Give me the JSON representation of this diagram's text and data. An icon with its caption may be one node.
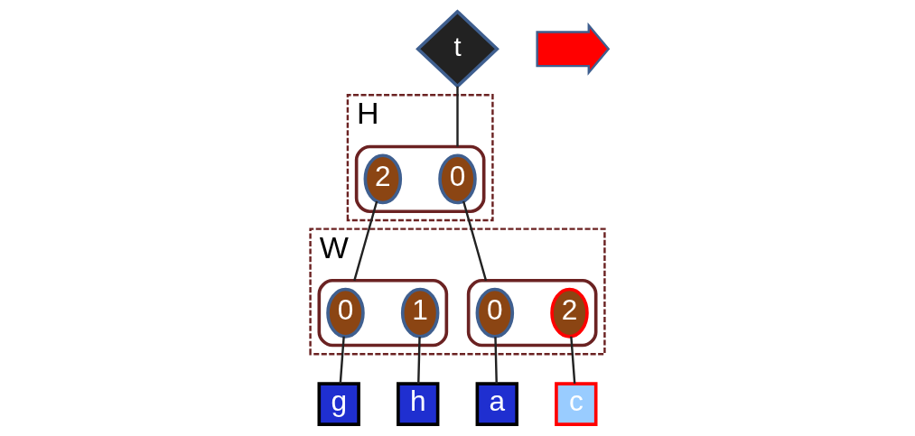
{
  "diagram": {
    "nodes": [
      {
        "text": [
          "t"
        ]
      },
      {
        "text": [
          "H"
        ]
      },
      {
        "text": [],
        "shape": "ellipse",
        "in": 1
      },
      {
        "text": [
          "0"
        ],
        "in": 2
      },
      {
        "text": [
          "2"
        ],
        "in": 2
      },
      {
        "text": [
          "W"
        ]
      },
      {
        "text": [],
        "shape": "ellipse",
        "in": 5
      },
      {
        "text": [
          "0"
        ],
        "in": 6
      },
      {
        "text": [
          "2"
        ],
        "in": 6
      },
      {
        "text": [],
        "shape": "ellipse",
        "in": 5
      },
      {
        "text": [
          "0"
        ],
        "in": 9
      },
      {
        "text": [
          "1"
        ],
        "in": 9
      },
      {
        "text": [
          "a"
        ]
      },
      {
        "text": [
          "c"
        ]
      },
      {
        "text": [
          "g"
        ]
      },
      {
        "text": [
          "h"
        ]
      },
      {
        "text": [],
        "shape": "arrow"
      }
    ],
    "edges": [
      {
        "from": 0,
        "to": 2,
        "arrow": "none"
      },
      {
        "from": 3,
        "to": 6,
        "arrow": "none"
      },
      {
        "from": 4,
        "to": 9,
        "arrow": "none"
      },
      {
        "from": 7,
        "to": 12,
        "arrow": "none"
      },
      {
        "from": 8,
        "to": 13,
        "arrow": "none"
      },
      {
        "from": 10,
        "to": 14,
        "arrow": "none"
      },
      {
        "from": 11,
        "to": 15,
        "arrow": "none"
      }
    ]
  }
}
